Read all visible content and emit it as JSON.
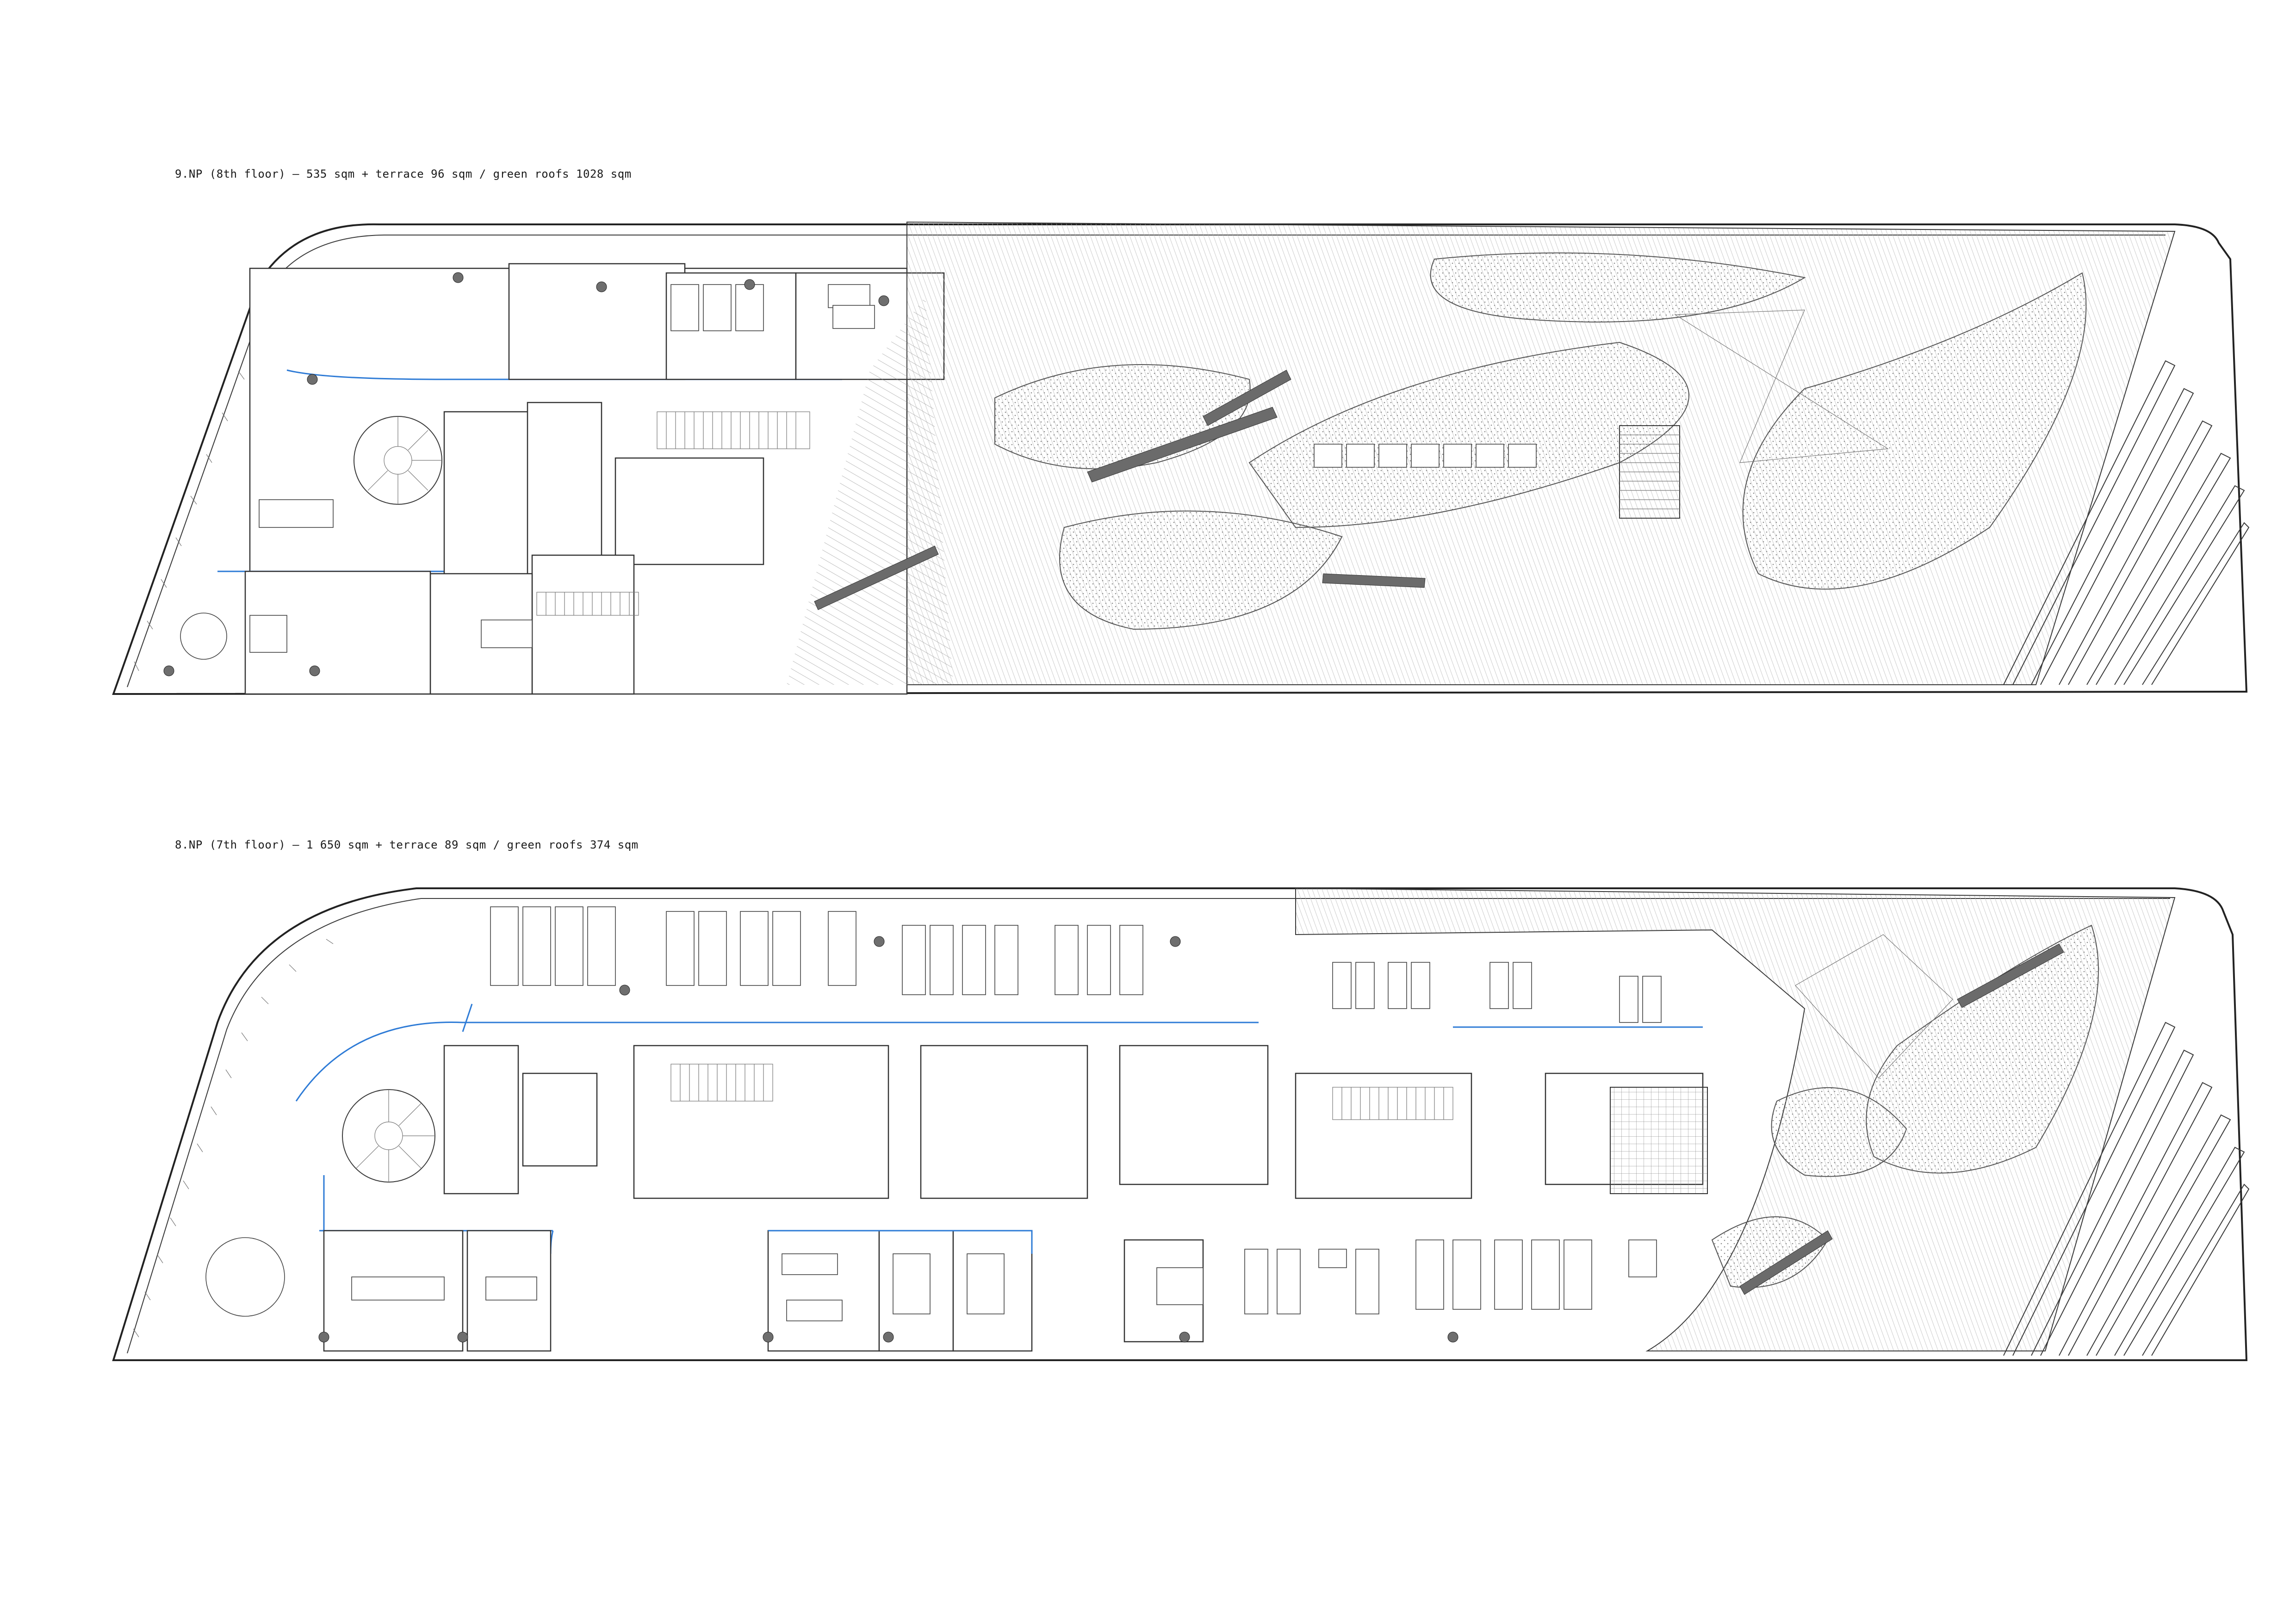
{
  "drawings": [
    {
      "id": "floor-9",
      "caption": "9.NP (8th floor) – 535 sqm + terrace 96 sqm / green roofs 1028 sqm"
    },
    {
      "id": "floor-8",
      "caption": "8.NP (7th floor) – 1 650 sqm + terrace 89 sqm / green roofs 374 sqm"
    }
  ],
  "colors": {
    "line": "#3a3a3a",
    "glazing": "#2e7bd6",
    "hatch": "#8a8a8a",
    "background": "#ffffff"
  }
}
